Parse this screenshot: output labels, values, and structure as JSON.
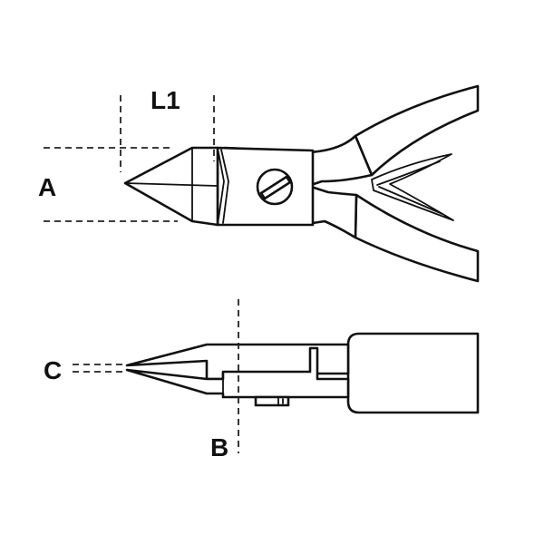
{
  "labels": {
    "L1": "L1",
    "A": "A",
    "B": "B",
    "C": "C"
  },
  "colors": {
    "line": "#111111",
    "background": "#ffffff"
  }
}
